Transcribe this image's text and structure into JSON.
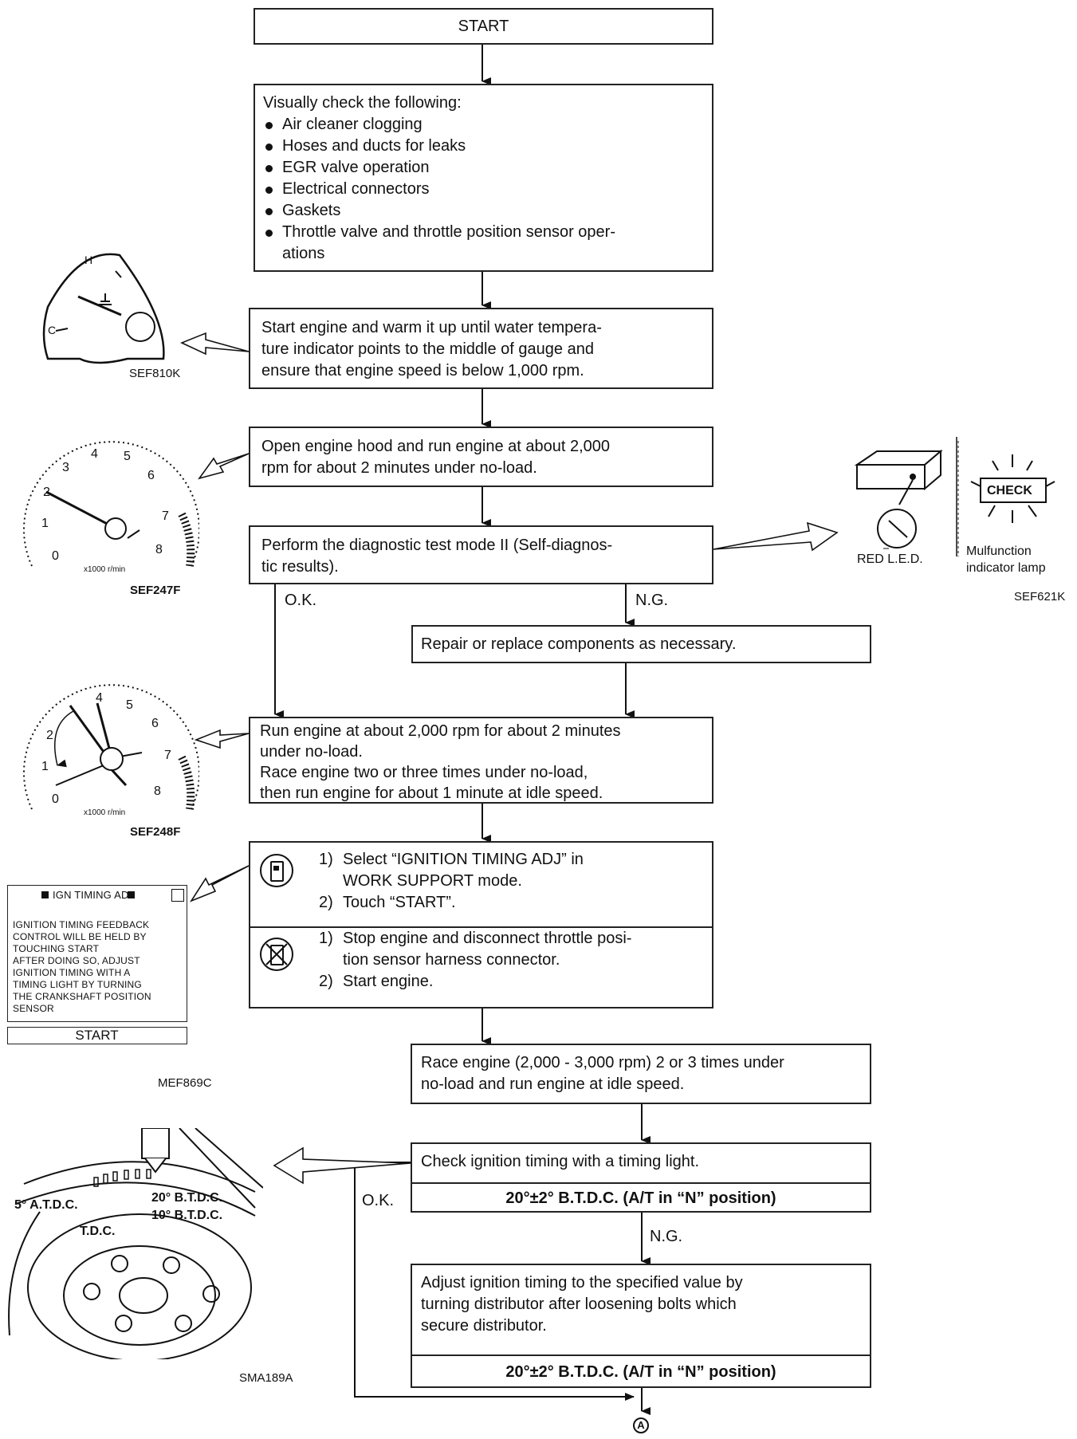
{
  "start": "START",
  "visual_check": {
    "intro": "Visually check the following:",
    "items": [
      "Air cleaner clogging",
      "Hoses and ducts for leaks",
      "EGR valve operation",
      "Electrical connectors",
      "Gaskets",
      "Throttle valve and throttle position sensor oper-"
    ],
    "item_cont": "ations"
  },
  "warmup": [
    "Start engine and warm it up until water tempera-",
    "ture indicator points to the middle of gauge and",
    "ensure that engine speed is below 1,000 rpm."
  ],
  "hood": [
    "Open engine hood and run engine at about 2,000",
    "rpm for about 2 minutes under no-load."
  ],
  "diag": [
    "Perform the diagnostic test mode II (Self-diagnos-",
    "tic results)."
  ],
  "ok": "O.K.",
  "ng": "N.G.",
  "repair": "Repair or replace components as necessary.",
  "run": [
    "Run engine at about 2,000 rpm for about 2 minutes",
    "under no-load.",
    "Race engine two or three times under no-load,",
    "then run engine for about 1 minute at idle speed."
  ],
  "consult": {
    "step1_num": "1)",
    "step1": [
      "Select “IGNITION TIMING ADJ” in",
      "WORK SUPPORT mode."
    ],
    "step2_num": "2)",
    "step2": "Touch “START”."
  },
  "noconsult": {
    "step1_num": "1)",
    "step1": [
      "Stop engine and disconnect throttle posi-",
      "tion sensor harness connector."
    ],
    "step2_num": "2)",
    "step2": "Start engine."
  },
  "race": [
    "Race engine (2,000 - 3,000 rpm) 2 or 3 times under",
    "no-load and run engine at idle speed."
  ],
  "check_timing": "Check ignition timing with a timing light.",
  "spec": "20°±2° B.T.D.C. (A/T in “N” position)",
  "adjust": [
    "Adjust ignition timing to the specified value by",
    "turning distributor after loosening bolts which",
    "secure distributor."
  ],
  "connector_label": "A",
  "figures": {
    "temp_gauge": {
      "caption": "SEF810K",
      "h": "H",
      "c": "C"
    },
    "tach1": {
      "caption": "SEF247F",
      "unit": "x1000 r/min",
      "nums": [
        "0",
        "1",
        "2",
        "3",
        "4",
        "5",
        "6",
        "7",
        "8"
      ]
    },
    "tach2": {
      "caption": "SEF248F",
      "unit": "x1000 r/min",
      "nums": [
        "0",
        "1",
        "2",
        "4",
        "5",
        "6",
        "7",
        "8"
      ]
    },
    "ecm": {
      "caption": "SEF621K",
      "led": "RED L.E.D.",
      "lamp": [
        "Mulfunction",
        "indicator lamp"
      ],
      "check": "CHECK"
    },
    "screen": {
      "caption": "MEF869C",
      "title": "IGN TIMING ADJ",
      "lines": [
        "IGNITION TIMING FEEDBACK",
        "CONTROL WILL BE HELD BY",
        "TOUCHING START",
        "AFTER DOING SO, ADJUST",
        "IGNITION TIMING WITH A",
        "TIMING LIGHT BY TURNING",
        "THE CRANKSHAFT POSITION",
        "SENSOR"
      ],
      "button": "START"
    },
    "pulley": {
      "caption": "SMA189A",
      "atdc5": "5° A.T.D.C.",
      "btdc20": "20° B.T.D.C.",
      "btdc10": "10° B.T.D.C.",
      "tdc": "T.D.C."
    }
  }
}
